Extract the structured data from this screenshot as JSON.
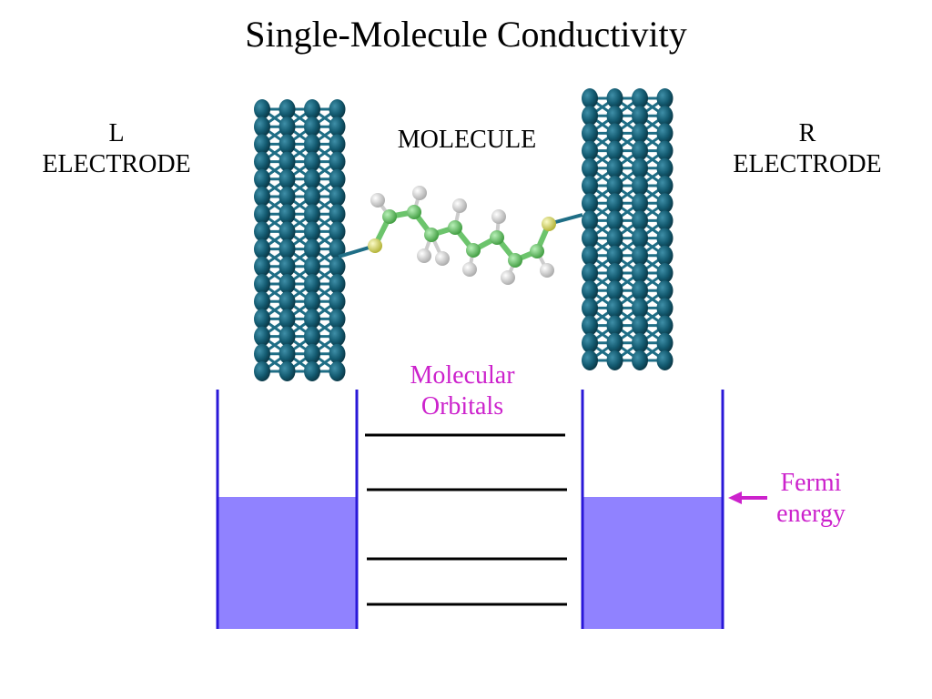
{
  "title": "Single-Molecule Conductivity",
  "left_electrode": {
    "line1": "L",
    "line2": "ELECTRODE"
  },
  "right_electrode": {
    "line1": "R",
    "line2": "ELECTRODE"
  },
  "molecule_label": "MOLECULE",
  "orbitals_label": {
    "line1": "Molecular",
    "line2": "Orbitals"
  },
  "fermi_label": {
    "line1": "Fermi",
    "line2": "energy"
  },
  "colors": {
    "electrode_atom": "#135a70",
    "electrode_bond": "#1f6e86",
    "well_fill": "#9082ff",
    "well_wall": "#2a18d8",
    "accent_magenta": "#cc22cc",
    "carbon": "#6cc46c",
    "hydrogen": "#e6e6e6",
    "sulfur": "#d8d860"
  },
  "molecular_orbital_count": 4
}
